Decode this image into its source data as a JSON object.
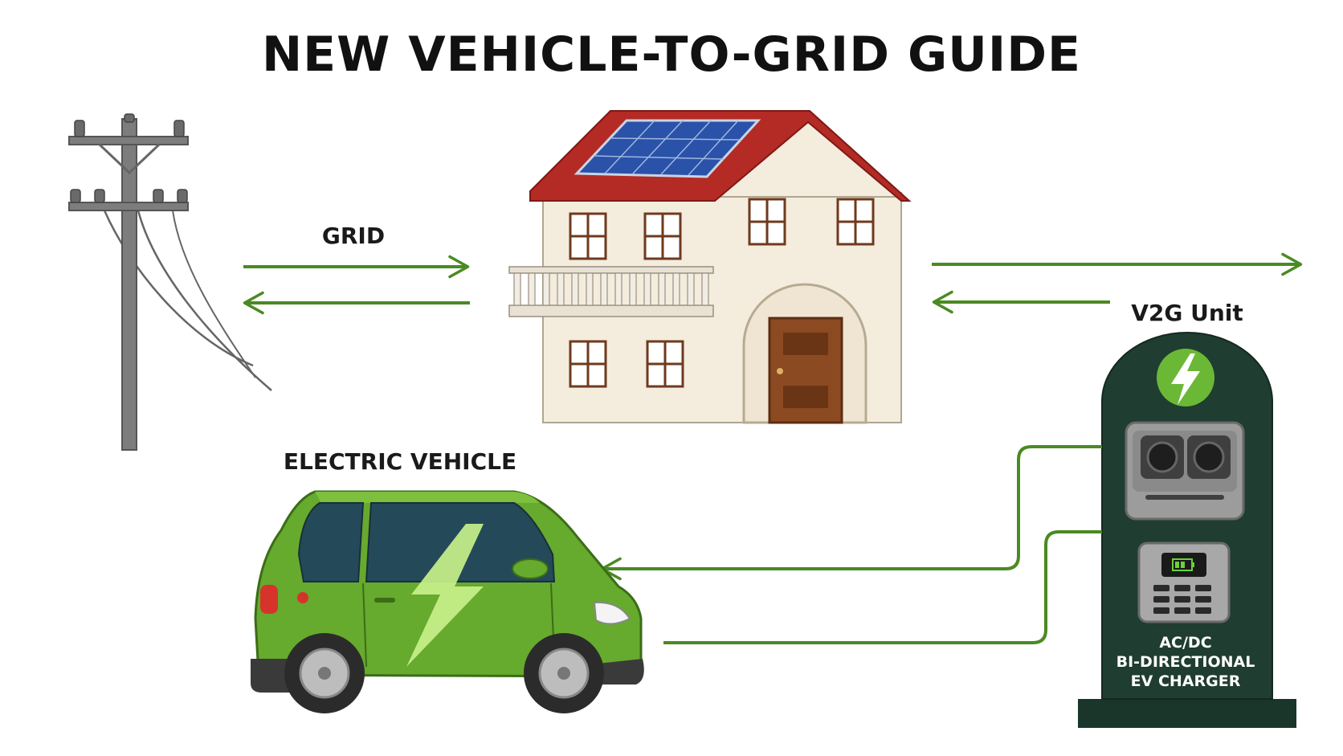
{
  "title": "NEW VEHICLE-TO-GRID GUIDE",
  "labels": {
    "grid": "GRID",
    "electric_vehicle": "ELECTRIC VEHICLE",
    "v2g_unit": "V2G Unit",
    "charger_line1": "AC/DC",
    "charger_line2": "BI-DIRECTIONAL",
    "charger_line3": "EV CHARGER"
  },
  "icons": {
    "utility_pole": "utility-pole-icon",
    "house": "house-with-solar-icon",
    "car": "electric-car-icon",
    "charger": "v2g-charger-icon",
    "bolt": "lightning-bolt-icon",
    "battery": "battery-icon"
  },
  "colors": {
    "arrow_green": "#4a8a22",
    "car_green": "#66aa2e",
    "charger_dark": "#1f3d30",
    "roof_red": "#b42a25",
    "solar_blue": "#2a52a8",
    "door_brown": "#8b4a22"
  }
}
